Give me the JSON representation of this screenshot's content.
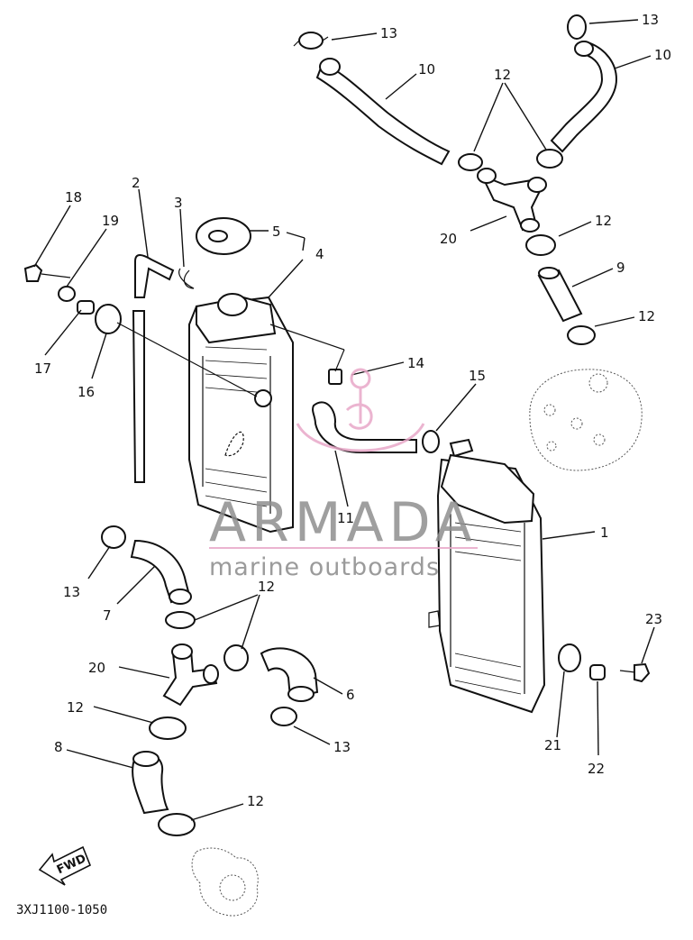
{
  "diagram": {
    "part_code": "3XJ1100-1050",
    "fwd_label": "FWD",
    "callouts": [
      {
        "id": "c-13a",
        "label": "13"
      },
      {
        "id": "c-13b",
        "label": "13"
      },
      {
        "id": "c-10a",
        "label": "10"
      },
      {
        "id": "c-10b",
        "label": "10"
      },
      {
        "id": "c-12a",
        "label": "12"
      },
      {
        "id": "c-12b",
        "label": "12"
      },
      {
        "id": "c-9",
        "label": "9"
      },
      {
        "id": "c-12c",
        "label": "12"
      },
      {
        "id": "c-20a",
        "label": "20"
      },
      {
        "id": "c-18",
        "label": "18"
      },
      {
        "id": "c-2",
        "label": "2"
      },
      {
        "id": "c-3",
        "label": "3"
      },
      {
        "id": "c-5",
        "label": "5"
      },
      {
        "id": "c-4",
        "label": "4"
      },
      {
        "id": "c-19",
        "label": "19"
      },
      {
        "id": "c-17",
        "label": "17"
      },
      {
        "id": "c-16",
        "label": "16"
      },
      {
        "id": "c-14",
        "label": "14"
      },
      {
        "id": "c-15",
        "label": "15"
      },
      {
        "id": "c-11",
        "label": "11"
      },
      {
        "id": "c-1",
        "label": "1"
      },
      {
        "id": "c-13c",
        "label": "13"
      },
      {
        "id": "c-7",
        "label": "7"
      },
      {
        "id": "c-12d",
        "label": "12"
      },
      {
        "id": "c-20b",
        "label": "20"
      },
      {
        "id": "c-6",
        "label": "6"
      },
      {
        "id": "c-12e",
        "label": "12"
      },
      {
        "id": "c-13d",
        "label": "13"
      },
      {
        "id": "c-8",
        "label": "8"
      },
      {
        "id": "c-12f",
        "label": "12"
      },
      {
        "id": "c-23",
        "label": "23"
      },
      {
        "id": "c-21",
        "label": "21"
      },
      {
        "id": "c-22",
        "label": "22"
      }
    ]
  },
  "watermark": {
    "brand": "ARMADA",
    "tagline": "marine outboards",
    "color": "#e8a8c8"
  }
}
